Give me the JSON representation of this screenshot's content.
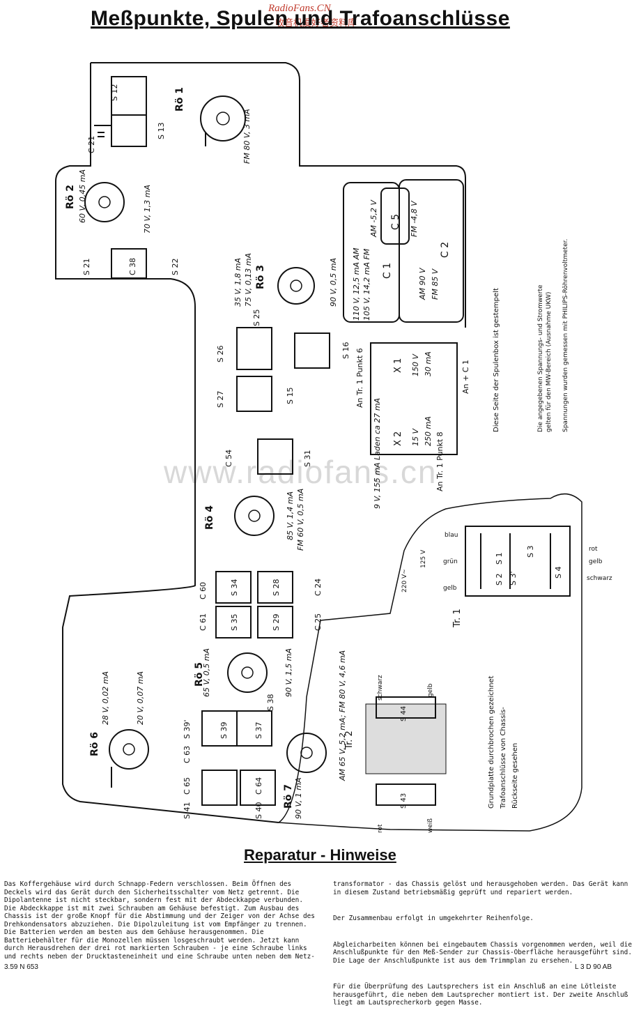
{
  "title": "Meßpunkte, Spulen und Trafoanschlüsse",
  "watermark": {
    "site": "RadioFans.CN",
    "chinese": "收音机爱好者资料库",
    "mid": "www.radiofans.cn"
  },
  "tubes": {
    "ro1": {
      "name": "Rö 1",
      "values": "FM 80 V, 3 mA"
    },
    "ro2": {
      "name": "Rö 2",
      "v1": "60 V, 0,45 mA",
      "v2": "70 V, 1,3 mA"
    },
    "ro3": {
      "name": "Rö 3",
      "v1": "35 V, 1,8 mA",
      "v2": "75 V, 0,13 mA",
      "v3": "90 V, 0,5 mA"
    },
    "ro4": {
      "name": "Rö 4",
      "v1": "85 V, 1,4 mA",
      "v2": "FM 60 V, 0,5 mA"
    },
    "ro5": {
      "name": "Rö 5",
      "v1": "65 V, 0,5 mA",
      "v2": "90 V, 1,5 mA"
    },
    "ro6": {
      "name": "Rö 6",
      "v1": "28 V, 0,02 mA",
      "v2": "20 V, 0,07 mA"
    },
    "ro7": {
      "name": "Rö 7",
      "v1": "90 V, 1 mA",
      "v2": "AM 65 V, 5,2 mA; FM 80 V, 4,6 mA"
    }
  },
  "coils": [
    "S 12",
    "S 13",
    "C 21",
    "S 21",
    "C 38",
    "S 22",
    "S 25",
    "S 26",
    "S 27",
    "S 15",
    "S 16",
    "C 54",
    "S 31",
    "C 60",
    "S 34",
    "S 28",
    "C 24",
    "C 61",
    "S 35",
    "S 29",
    "C 25",
    "S 39'",
    "S 38",
    "C 63",
    "S 39",
    "S 37",
    "C 65",
    "C 64",
    "S 41",
    "S 40"
  ],
  "battery": {
    "c1": "C 1",
    "c1_am": "110 V, 12,5 mA AM",
    "c1_fm": "105 V, 14,2 mA FM",
    "c5": "C 5",
    "c5_am": "AM -5,2 V",
    "c5_fm": "FM -4,8 V",
    "c2": "C 2",
    "c2_am": "AM  90 V",
    "c2_fm": "FM  85 V"
  },
  "charger": {
    "x1": "X 1",
    "x1_v": "150 V",
    "x1_i": "30 mA",
    "x2": "X 2",
    "x2_v": "15 V",
    "x2_i": "250 mA",
    "left": "An Tr. 1 Punkt 6",
    "right": "An + C 1",
    "bottom": "9 V, 155 mA Laden ca 27 mA",
    "bottom2": "An Tr. 1 Punkt 8"
  },
  "notes": {
    "spulenbox": "Diese Seite der Spulenbox ist gestempelt",
    "messung1": "Die angegebenen Spannungs- und Stromwerte",
    "messung2": "gelten für den MW-Bereich (Ausnahme UKW)",
    "messung3": "Spannungen wurden gemessen mit PHILIPS-Röhrenvoltmeter."
  },
  "tr1": {
    "name": "Tr. 1",
    "blau": "blau",
    "gruen": "grün",
    "gelb": "gelb",
    "v220": "220 V~",
    "v125": "125 V",
    "rot": "rot",
    "gelb2": "gelb",
    "schwarz": "schwarz",
    "s1": "S 1",
    "s2": "S 2",
    "s3": "S 3",
    "s3p": "S 3'",
    "s4": "S 4"
  },
  "tr2": {
    "name": "Tr. 2",
    "schwarz": "schwarz",
    "gelb": "gelb",
    "rot": "rot",
    "weiss": "weiß",
    "s44": "S 44",
    "s43": "S 43",
    "note1": "Grundplatte durchbrochen gezeichnet",
    "note2": "Trafoanschlüsse von Chassis-",
    "note3": "Rückseite gesehen"
  },
  "repair": {
    "title": "Reparatur - Hinweise",
    "left": "Das Koffergehäuse wird durch Schnapp-Federn verschlossen. Beim Öffnen des Deckels wird das Gerät durch den Sicherheitsschalter vom Netz getrennt. Die Dipolantenne ist nicht steckbar, sondern fest mit der Abdeckkappe verbunden. Die Abdeckkappe ist mit zwei Schrauben am Gehäuse befestigt. Zum Ausbau des Chassis ist der große Knopf für die Abstimmung und der Zeiger von der Achse des Drehkondensators abzuziehen. Die Dipolzuleitung ist vom Empfänger zu trennen. Die Batterien werden am besten aus dem Gehäuse herausgenommen. Die Batteriebehälter für die Monozellen müssen losgeschraubt werden. Jetzt kann durch Herausdrehen der drei rot markierten Schrauben - je eine Schraube links und rechts neben der Drucktasteneinheit und eine Schraube unten neben dem Netz-",
    "right1": "transformator - das Chassis gelöst und herausgehoben werden. Das Gerät kann in diesem Zustand betriebsmäßig geprüft und repariert werden.",
    "right2": "Der Zusammenbau erfolgt in umgekehrter Reihenfolge.",
    "right3": "Abgleicharbeiten können bei eingebautem Chassis vorgenommen werden, weil die Anschlußpunkte für den Meß-Sender zur Chassis-Oberfläche herausgeführt sind. Die Lage der Anschlußpunkte ist aus dem Trimmplan zu ersehen.",
    "right4": "Für die Überprüfung des Lautsprechers ist ein Anschluß an eine Lötleiste herausgeführt, die neben dem Lautsprecher montiert ist. Der zweite Anschluß liegt am Lautsprecherkorb gegen Masse."
  },
  "footer": {
    "left": "3.59    N 653",
    "right": "L 3 D 90 AB"
  }
}
